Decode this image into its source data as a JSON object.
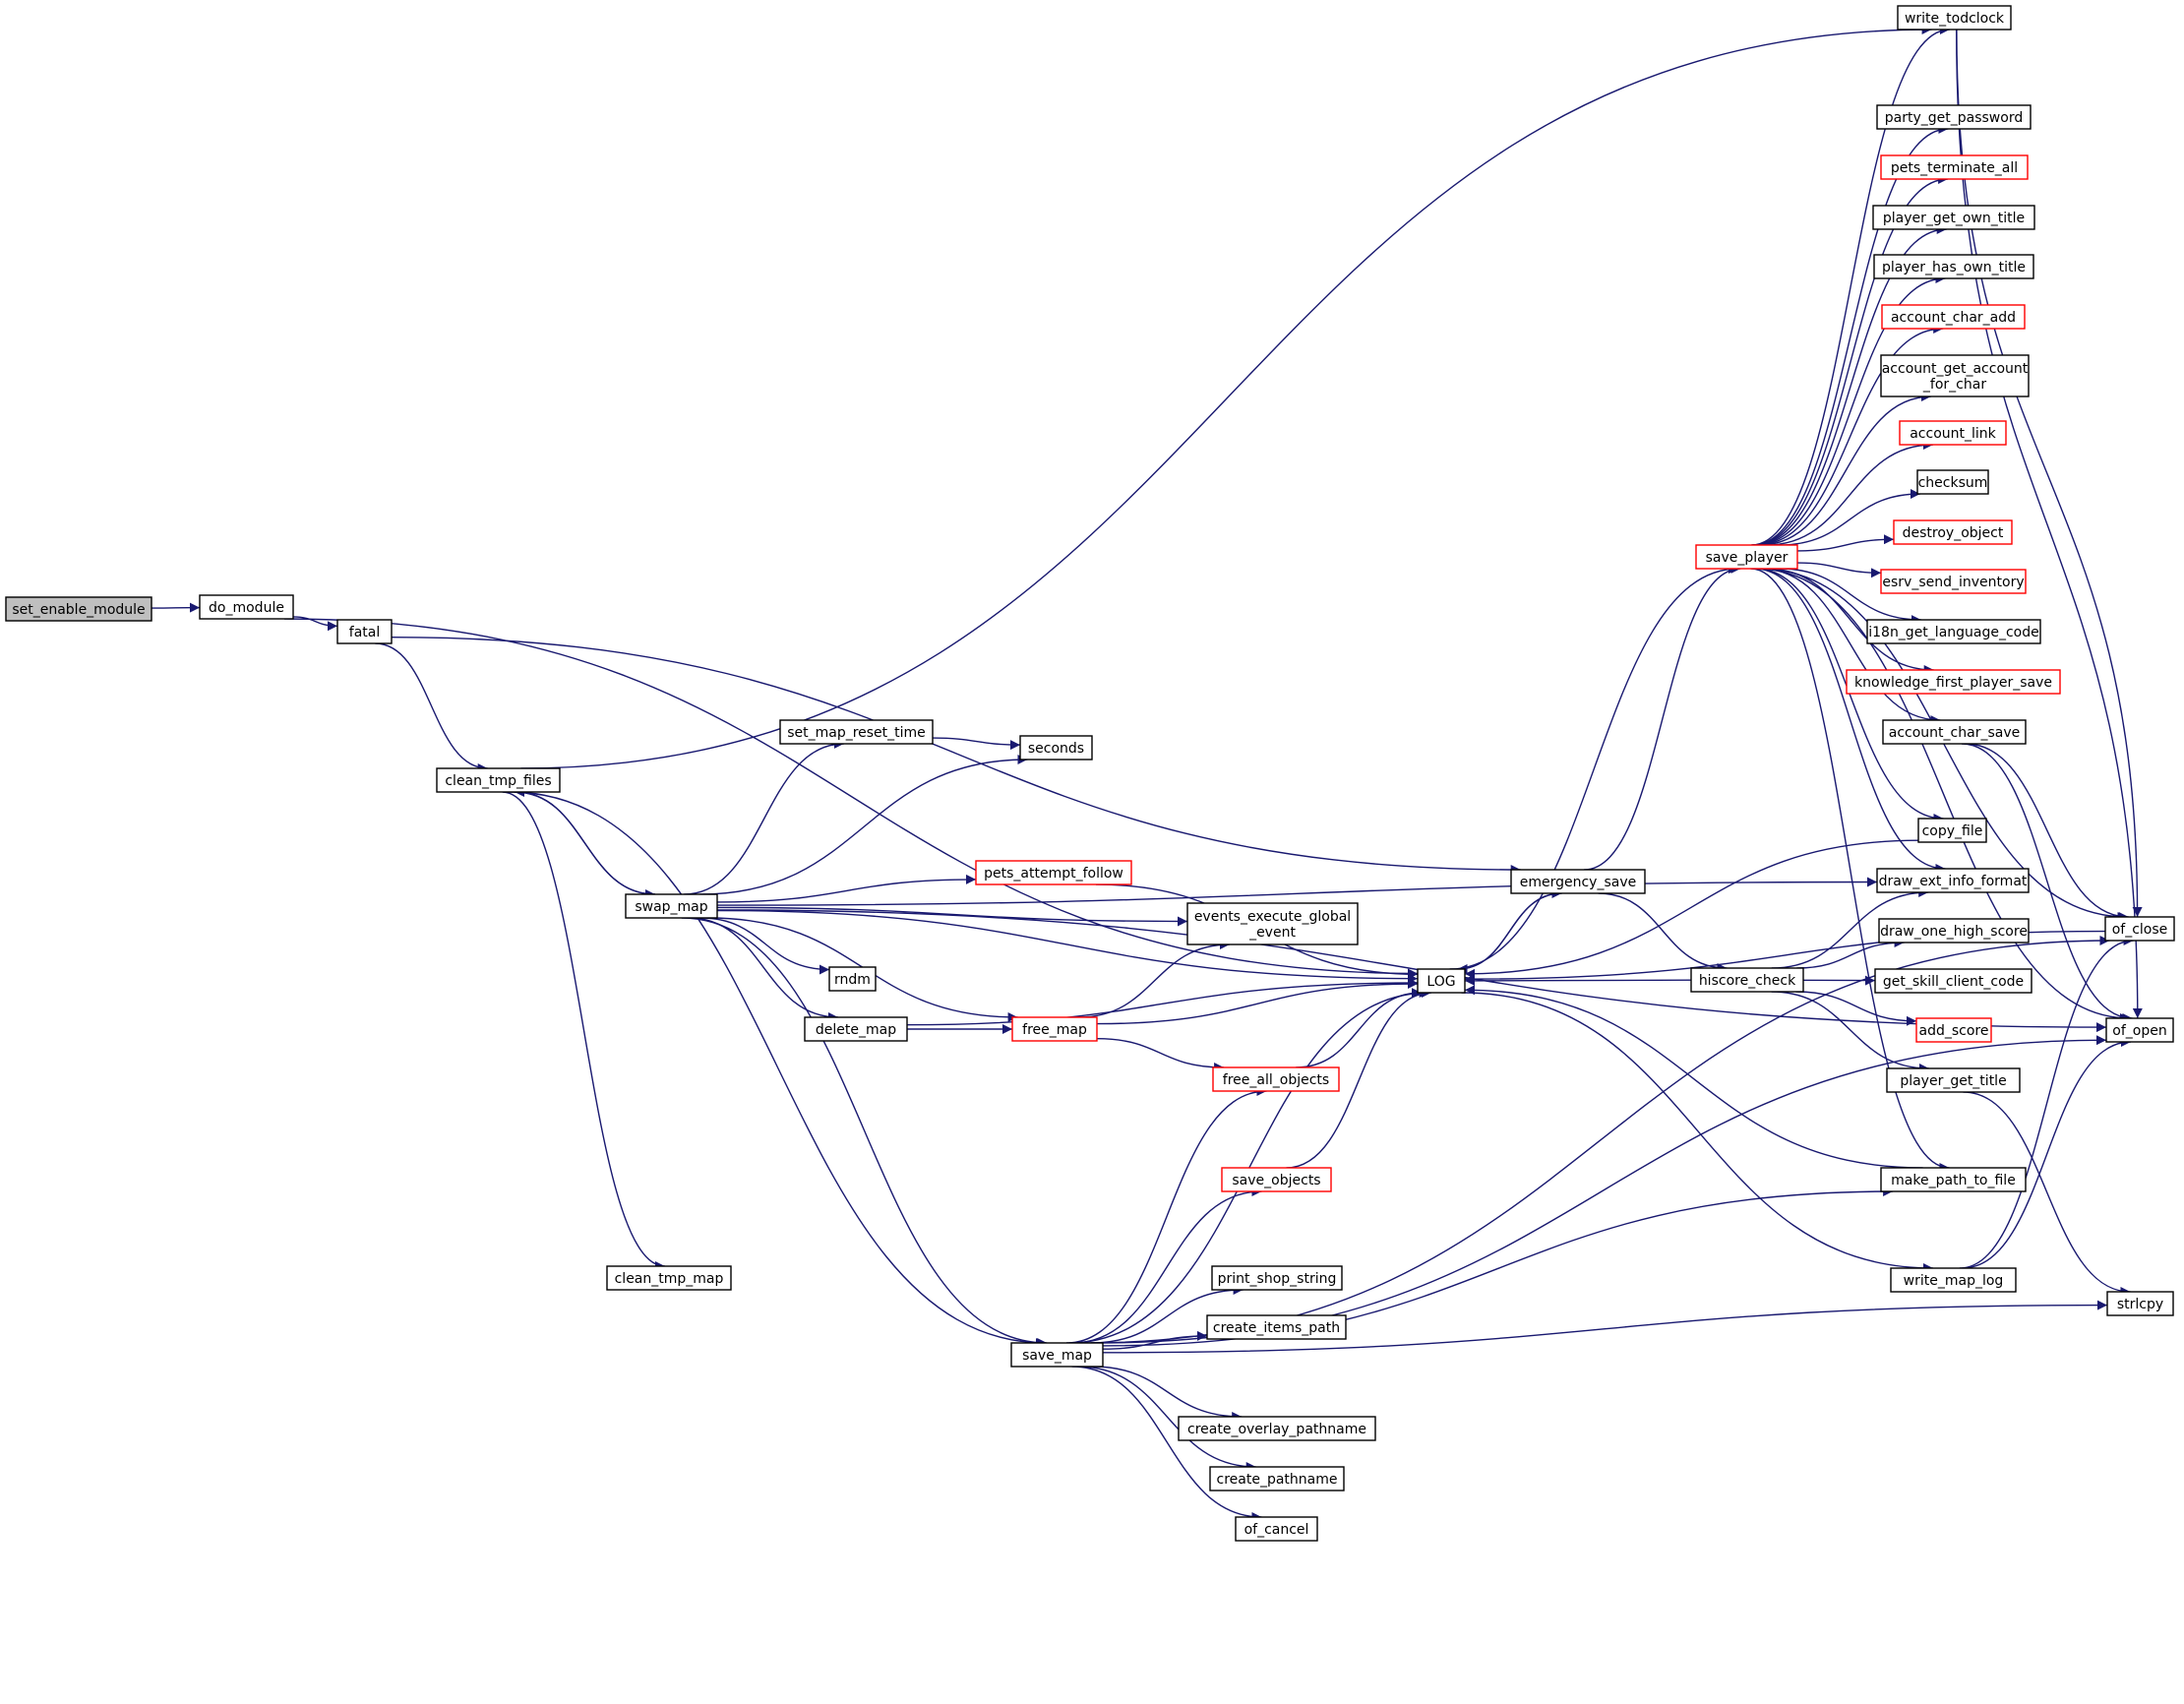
{
  "diagram": {
    "colors": {
      "edge": "#191970",
      "node_border": "#000000",
      "truncated_node_border": "#ff0000",
      "root_fill": "#bfbfbf",
      "node_fill": "#ffffff"
    },
    "nodes": [
      {
        "id": "set_enable_module",
        "label": "set_enable_module",
        "style": "root"
      },
      {
        "id": "do_module",
        "label": "do_module"
      },
      {
        "id": "fatal",
        "label": "fatal"
      },
      {
        "id": "clean_tmp_files",
        "label": "clean_tmp_files"
      },
      {
        "id": "swap_map",
        "label": "swap_map"
      },
      {
        "id": "clean_tmp_map",
        "label": "clean_tmp_map"
      },
      {
        "id": "save_map",
        "label": "save_map"
      },
      {
        "id": "set_map_reset_time",
        "label": "set_map_reset_time"
      },
      {
        "id": "seconds",
        "label": "seconds"
      },
      {
        "id": "pets_attempt_follow",
        "label": "pets_attempt_follow",
        "style": "red"
      },
      {
        "id": "events_execute_global_event",
        "label": "events_execute_global\n_event"
      },
      {
        "id": "rndm",
        "label": "rndm"
      },
      {
        "id": "delete_map",
        "label": "delete_map"
      },
      {
        "id": "free_map",
        "label": "free_map",
        "style": "red"
      },
      {
        "id": "free_all_objects",
        "label": "free_all_objects",
        "style": "red"
      },
      {
        "id": "save_objects",
        "label": "save_objects",
        "style": "red"
      },
      {
        "id": "print_shop_string",
        "label": "print_shop_string"
      },
      {
        "id": "create_items_path",
        "label": "create_items_path"
      },
      {
        "id": "create_overlay_pathname",
        "label": "create_overlay_pathname"
      },
      {
        "id": "create_pathname",
        "label": "create_pathname"
      },
      {
        "id": "of_cancel",
        "label": "of_cancel"
      },
      {
        "id": "LOG",
        "label": "LOG"
      },
      {
        "id": "emergency_save",
        "label": "emergency_save"
      },
      {
        "id": "hiscore_check",
        "label": "hiscore_check"
      },
      {
        "id": "save_player",
        "label": "save_player",
        "style": "red"
      },
      {
        "id": "write_todclock",
        "label": "write_todclock"
      },
      {
        "id": "party_get_password",
        "label": "party_get_password"
      },
      {
        "id": "pets_terminate_all",
        "label": "pets_terminate_all",
        "style": "red"
      },
      {
        "id": "player_get_own_title",
        "label": "player_get_own_title"
      },
      {
        "id": "player_has_own_title",
        "label": "player_has_own_title"
      },
      {
        "id": "account_char_add",
        "label": "account_char_add",
        "style": "red"
      },
      {
        "id": "account_get_account_for_char",
        "label": "account_get_account\n_for_char"
      },
      {
        "id": "account_link",
        "label": "account_link",
        "style": "red"
      },
      {
        "id": "checksum",
        "label": "checksum"
      },
      {
        "id": "destroy_object",
        "label": "destroy_object",
        "style": "red"
      },
      {
        "id": "esrv_send_inventory",
        "label": "esrv_send_inventory",
        "style": "red"
      },
      {
        "id": "i18n_get_language_code",
        "label": "i18n_get_language_code"
      },
      {
        "id": "knowledge_first_player_save",
        "label": "knowledge_first_player_save",
        "style": "red"
      },
      {
        "id": "account_char_save",
        "label": "account_char_save"
      },
      {
        "id": "copy_file",
        "label": "copy_file"
      },
      {
        "id": "draw_ext_info_format",
        "label": "draw_ext_info_format"
      },
      {
        "id": "draw_one_high_score",
        "label": "draw_one_high_score"
      },
      {
        "id": "get_skill_client_code",
        "label": "get_skill_client_code"
      },
      {
        "id": "add_score",
        "label": "add_score",
        "style": "red"
      },
      {
        "id": "player_get_title",
        "label": "player_get_title"
      },
      {
        "id": "make_path_to_file",
        "label": "make_path_to_file"
      },
      {
        "id": "write_map_log",
        "label": "write_map_log"
      },
      {
        "id": "of_close",
        "label": "of_close"
      },
      {
        "id": "of_open",
        "label": "of_open"
      },
      {
        "id": "strlcpy",
        "label": "strlcpy"
      }
    ],
    "edges": [
      {
        "from": "set_enable_module",
        "to": "do_module"
      },
      {
        "from": "do_module",
        "to": "fatal"
      },
      {
        "from": "do_module",
        "to": "LOG"
      },
      {
        "from": "fatal",
        "to": "emergency_save"
      },
      {
        "from": "fatal",
        "to": "clean_tmp_files"
      },
      {
        "from": "clean_tmp_files",
        "to": "write_todclock"
      },
      {
        "from": "clean_tmp_files",
        "to": "swap_map"
      },
      {
        "from": "clean_tmp_files",
        "to": "clean_tmp_map"
      },
      {
        "from": "clean_tmp_files",
        "to": "save_map"
      },
      {
        "from": "swap_map",
        "to": "clean_tmp_files"
      },
      {
        "from": "swap_map",
        "to": "draw_ext_info_format"
      },
      {
        "from": "swap_map",
        "to": "set_map_reset_time"
      },
      {
        "from": "swap_map",
        "to": "seconds"
      },
      {
        "from": "swap_map",
        "to": "LOG"
      },
      {
        "from": "swap_map",
        "to": "pets_attempt_follow"
      },
      {
        "from": "swap_map",
        "to": "events_execute_global_event"
      },
      {
        "from": "swap_map",
        "to": "rndm"
      },
      {
        "from": "swap_map",
        "to": "delete_map"
      },
      {
        "from": "swap_map",
        "to": "free_map"
      },
      {
        "from": "swap_map",
        "to": "of_open"
      },
      {
        "from": "swap_map",
        "to": "save_map"
      },
      {
        "from": "set_map_reset_time",
        "to": "seconds"
      },
      {
        "from": "pets_attempt_follow",
        "to": "LOG"
      },
      {
        "from": "delete_map",
        "to": "LOG"
      },
      {
        "from": "delete_map",
        "to": "free_map"
      },
      {
        "from": "free_map",
        "to": "events_execute_global_event"
      },
      {
        "from": "free_map",
        "to": "LOG"
      },
      {
        "from": "free_map",
        "to": "free_all_objects"
      },
      {
        "from": "free_all_objects",
        "to": "LOG"
      },
      {
        "from": "save_objects",
        "to": "LOG"
      },
      {
        "from": "save_map",
        "to": "free_all_objects"
      },
      {
        "from": "save_map",
        "to": "save_objects"
      },
      {
        "from": "save_map",
        "to": "LOG"
      },
      {
        "from": "save_map",
        "to": "of_close"
      },
      {
        "from": "save_map",
        "to": "print_shop_string"
      },
      {
        "from": "save_map",
        "to": "create_items_path"
      },
      {
        "from": "save_map",
        "to": "create_overlay_pathname"
      },
      {
        "from": "save_map",
        "to": "create_pathname"
      },
      {
        "from": "save_map",
        "to": "of_cancel"
      },
      {
        "from": "save_map",
        "to": "make_path_to_file"
      },
      {
        "from": "save_map",
        "to": "of_open"
      },
      {
        "from": "save_map",
        "to": "strlcpy"
      },
      {
        "from": "LOG",
        "to": "emergency_save"
      },
      {
        "from": "LOG",
        "to": "save_player"
      },
      {
        "from": "LOG",
        "to": "write_map_log"
      },
      {
        "from": "emergency_save",
        "to": "LOG"
      },
      {
        "from": "emergency_save",
        "to": "save_player"
      },
      {
        "from": "emergency_save",
        "to": "hiscore_check"
      },
      {
        "from": "hiscore_check",
        "to": "LOG"
      },
      {
        "from": "hiscore_check",
        "to": "draw_ext_info_format"
      },
      {
        "from": "hiscore_check",
        "to": "draw_one_high_score"
      },
      {
        "from": "hiscore_check",
        "to": "get_skill_client_code"
      },
      {
        "from": "hiscore_check",
        "to": "add_score"
      },
      {
        "from": "hiscore_check",
        "to": "player_get_title"
      },
      {
        "from": "save_player",
        "to": "write_todclock"
      },
      {
        "from": "save_player",
        "to": "party_get_password"
      },
      {
        "from": "save_player",
        "to": "pets_terminate_all"
      },
      {
        "from": "save_player",
        "to": "player_get_own_title"
      },
      {
        "from": "save_player",
        "to": "player_has_own_title"
      },
      {
        "from": "save_player",
        "to": "account_char_add"
      },
      {
        "from": "save_player",
        "to": "account_get_account_for_char"
      },
      {
        "from": "save_player",
        "to": "account_link"
      },
      {
        "from": "save_player",
        "to": "checksum"
      },
      {
        "from": "save_player",
        "to": "destroy_object"
      },
      {
        "from": "save_player",
        "to": "esrv_send_inventory"
      },
      {
        "from": "save_player",
        "to": "i18n_get_language_code"
      },
      {
        "from": "save_player",
        "to": "knowledge_first_player_save"
      },
      {
        "from": "save_player",
        "to": "account_char_save"
      },
      {
        "from": "save_player",
        "to": "copy_file"
      },
      {
        "from": "save_player",
        "to": "draw_ext_info_format"
      },
      {
        "from": "save_player",
        "to": "make_path_to_file"
      },
      {
        "from": "save_player",
        "to": "of_close"
      },
      {
        "from": "save_player",
        "to": "of_open"
      },
      {
        "from": "write_todclock",
        "to": "of_close"
      },
      {
        "from": "write_todclock",
        "to": "of_open"
      },
      {
        "from": "account_char_save",
        "to": "of_close"
      },
      {
        "from": "account_char_save",
        "to": "of_open"
      },
      {
        "from": "copy_file",
        "to": "LOG"
      },
      {
        "from": "player_get_title",
        "to": "strlcpy"
      },
      {
        "from": "make_path_to_file",
        "to": "LOG"
      },
      {
        "from": "write_map_log",
        "to": "of_close"
      },
      {
        "from": "write_map_log",
        "to": "of_open"
      },
      {
        "from": "of_close",
        "to": "LOG"
      }
    ]
  }
}
